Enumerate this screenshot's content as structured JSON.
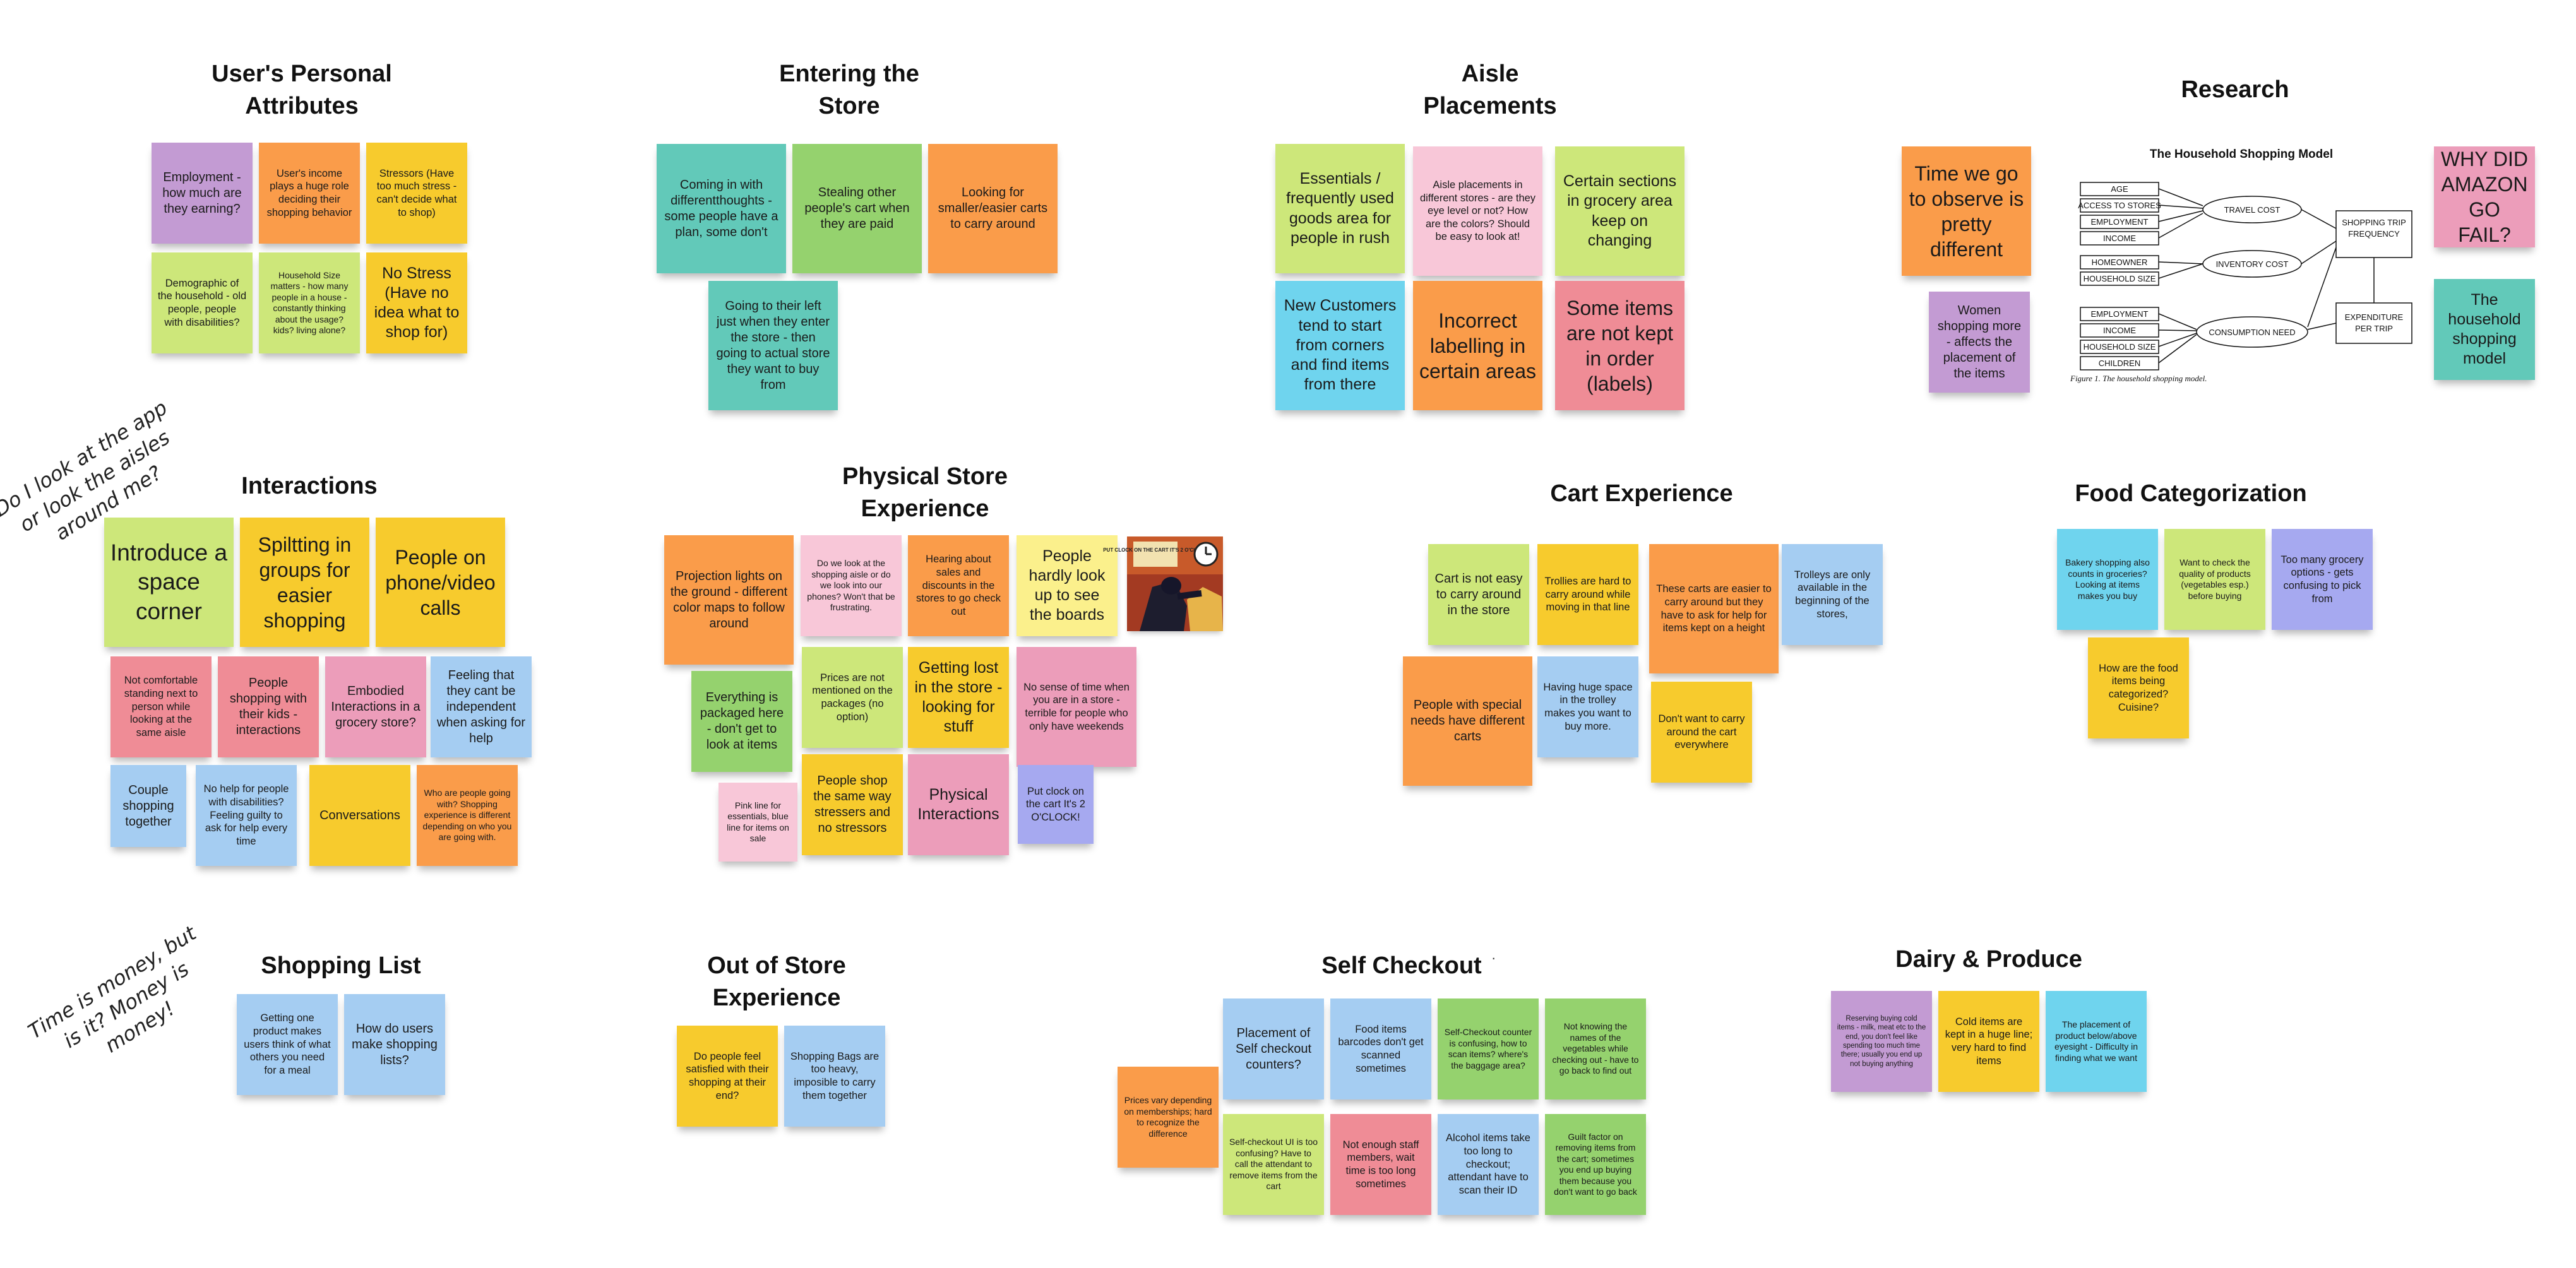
{
  "titles": {
    "personal": "User's Personal Attributes",
    "entering": "Entering the Store",
    "aisle": "Aisle Placements",
    "research": "Research",
    "interactions": "Interactions",
    "physical": "Physical Store Experience",
    "cart": "Cart Experience",
    "food": "Food Categorization",
    "shopping_list": "Shopping List",
    "out_of_store": "Out of Store Experience",
    "self_checkout": "Self Checkout",
    "dairy": "Dairy & Produce"
  },
  "annotations": {
    "app_or_aisles": "Do I look at the app or look the aisles around me?",
    "time_money": "Time is money, but is it? Money is money!"
  },
  "notes": {
    "employment": "Employment - how much are they earning?",
    "income": "User's income plays a huge role deciding their shopping behavior",
    "stressors": "Stressors (Have too much stress - can't decide what to shop)",
    "demographic": "Demographic of the household - old people, people with disabilities?",
    "household_size": "Household Size matters - how many people in a house - constantly thinking about the usage? kids? living alone?",
    "no_stress": "No Stress (Have no idea what to shop for)",
    "different_thoughts": "Coming in with differentthoughts - some people have a plan, some don't",
    "stealing_cart": "Stealing other people's cart when they are paid",
    "smaller_carts": "Looking for smaller/easier carts to carry around",
    "going_left": "Going to their left just when they enter the store - then going to actual store they want to buy from",
    "essentials": "Essentials / frequently used goods area for people in rush",
    "aisle_placements": "Aisle placements in different stores - are they eye level or not? How are the colors? Should be easy to look at!",
    "sections_changing": "Certain sections in grocery area keep on changing",
    "new_customers": "New Customers tend to start from corners and find items from there",
    "incorrect_labelling": "Incorrect labelling in certain areas",
    "not_in_order": "Some items are not kept in order (labels)",
    "time_observe": "Time we go to observe is pretty different",
    "amazon_go": "WHY DID AMAZON GO FAIL?",
    "women_shopping": "Women shopping more - affects the placement of the items",
    "household_model_note": "The household shopping model",
    "space_corner": "Introduce a space corner",
    "splitting": "Spiltting in groups for easier shopping",
    "phone_calls": "People on phone/video calls",
    "not_comfortable": "Not comfortable standing next to person while looking at the same aisle",
    "with_kids": "People shopping with their kids - interactions",
    "embodied": "Embodied Interactions in a grocery store?",
    "independent": "Feeling that they cant be independent when asking for help",
    "couple": "Couple shopping together",
    "no_help": "No help for people with disabilities? Feeling guilty to ask for help every time",
    "conversations": "Conversations",
    "who_going_with": "Who are people going with? Shopping experience is different depending on who you are going with.",
    "projection": "Projection lights on the ground - different color maps to follow around",
    "look_at_phones": "Do we look at the shopping aisle or do we look into our phones? Won't that be frustrating.",
    "sales": "Hearing about sales and discounts in the stores to go check out",
    "look_up": "People hardly look up to see the boards",
    "packaged": "Everything is packaged here - don't get to look at items",
    "prices_not_mentioned": "Prices are not mentioned on the packages (no option)",
    "getting_lost": "Getting lost in the store - looking for stuff",
    "no_sense_time": "No sense of time when you are in a store - terrible for people who only have weekends",
    "pink_line": "Pink line for essentials, blue line for items on sale",
    "same_way": "People shop the same way stressers and no stressors",
    "physical_interactions": "Physical Interactions",
    "clock": "Put clock on the cart It's 2 O'CLOCK!",
    "cart_not_easy": "Cart is not easy to carry around in the store",
    "trollies_hard": "Trollies are hard to carry around while moving in that line",
    "carts_easier": "These carts are easier to carry around but they have to ask for help for items kept on a height",
    "trolleys_beginning": "Trolleys are only available in the beginning of the stores,",
    "special_needs": "People with special needs have different carts",
    "huge_space": "Having huge space in the trolley makes you want to buy more.",
    "dont_carry": "Don't want to carry around the cart everywhere",
    "bakery": "Bakery shopping also counts in groceries? Looking at items makes you buy",
    "check_quality": "Want to check the quality of products (vegetables esp.) before buying",
    "too_many_options": "Too many grocery options - gets confusing to pick from",
    "how_categorized": "How are the food items being categorized? Cuisine?",
    "one_product": "Getting one product makes users think of what others you need for a meal",
    "how_make_lists": "How do users make shopping lists?",
    "satisfied": "Do people feel satisfied with their shopping at their end?",
    "bags_heavy": "Shopping Bags are too heavy, imposible to carry them together",
    "prices_vary": "Prices vary depending on memberships; hard to recognize the difference",
    "placement_checkout": "Placement of Self checkout counters?",
    "barcodes": "Food items barcodes don't get scanned sometimes",
    "counter_confusing": "Self-Checkout counter is confusing, how to scan items? where's the baggage area?",
    "vegetable_names": "Not knowing the names of the vegetables while checking out - have to go back to find out",
    "ui_confusing": "Self-checkout UI is too confusing? Have to call the attendant to remove items from the cart",
    "staff": "Not enough staff members, wait time is too long sometimes",
    "alcohol": "Alcohol items take too long to checkout; attendant have to scan their ID",
    "guilt": "Guilt factor on removing items from the cart; sometimes you end up buying them because you don't want to go back",
    "reserving_cold": "Reserving buying cold items - milk, meat etc to the end, you don't feel like spending too much time there; usually you end up not buying anything",
    "cold_items": "Cold items are kept in a huge line; very hard to find items",
    "placement_product": "The placement of product below/above eyesight - Difficulty in finding what we want"
  },
  "research_model": {
    "title": "The Household Shopping Model",
    "caption": "Figure 1. The household shopping model.",
    "inputs_top": [
      "AGE",
      "ACCESS TO STORES",
      "EMPLOYMENT",
      "INCOME"
    ],
    "inputs_mid": [
      "HOMEOWNER",
      "HOUSEHOLD SIZE"
    ],
    "inputs_bottom": [
      "EMPLOYMENT",
      "INCOME",
      "HOUSEHOLD SIZE",
      "CHILDREN"
    ],
    "ovals": [
      "TRAVEL COST",
      "INVENTORY COST",
      "CONSUMPTION NEED"
    ],
    "outputs": [
      "SHOPPING TRIP FREQUENCY",
      "EXPENDITURE PER TRIP"
    ]
  },
  "meme_caption": "PUT CLOCK ON THE CART IT'S 2 O'CLOCK",
  "colors": {
    "purple": "#c39bd3",
    "orange": "#fa9c4a",
    "yellow": "#f7cb2d",
    "lime": "#cde77a",
    "teal": "#62c9b9",
    "green": "#95d26e",
    "pink": "#ec9dba",
    "lightpink": "#f8c7d8",
    "salmon": "#ef8c96",
    "blue": "#a5cdf2",
    "cyan": "#6fd4ee",
    "violet": "#a6a9f0",
    "paleyellow": "#fbf08c"
  }
}
